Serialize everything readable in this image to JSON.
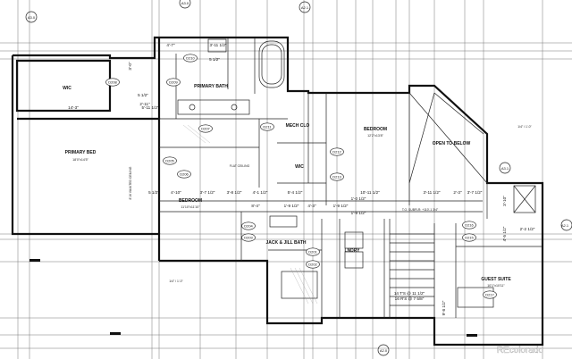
{
  "rooms": {
    "wic_left": "WIC",
    "primary_bath": "PRIMARY BATH",
    "primary_bed": "PRIMARY BED",
    "primary_bed_size": "18'0\"x14'5\"",
    "mech_clo": "MECH CLO",
    "bedroom_right": "BEDROOM",
    "bedroom_right_size": "12'2\"x13'8\"",
    "open_to_below": "OPEN TO BELOW",
    "wic_mid": "WIC",
    "bedroom_left": "BEDROOM",
    "bedroom_left_size": "11'10\"x11'10\"",
    "jack_jill": "JACK & JILL BATH",
    "lndry": "LNDRY",
    "guest_suite": "GUEST SUITE",
    "guest_suite_size": "10'1\"x10'11\""
  },
  "doors": [
    "D210",
    "D208",
    "D209",
    "D207",
    "D211",
    "D212",
    "D213",
    "D206",
    "D205",
    "D204",
    "D203",
    "D201",
    "D202",
    "D216",
    "D215",
    "D217"
  ],
  "dims": [
    "4'-7\"",
    "3'-11 1/2\"",
    "3'-0\"",
    "5 1/2\"",
    "14'-3\"",
    "5 1/2\"",
    "2'-11\"",
    "5'-11 1/2\"",
    "5 1/2\"",
    "4'-10\"",
    "3'-7 1/2\"",
    "3'-8 1/2\"",
    "4'-1 1/2\"",
    "5'-4 1/2\"",
    "10'-11 1/2\"",
    "3'-11 1/2\"",
    "2'-3\"",
    "3'-7 1/2\"",
    "8'-4\"",
    "1'-9 1/2\"",
    "4'-3\"",
    "1'-9 1/2\"",
    "1'-0 1/2\"",
    "1'-9 1/2\"",
    "14 T'S @ 11 1/2\"",
    "16 R'S @ 7 5/8\"",
    "3'-10\"",
    "2'-2 1/2\"",
    "4'-5 1/2\"",
    "9'-8 1/2\""
  ],
  "notes": {
    "tos": "T.O. SUBFLR: +110'-1 3/4\"",
    "flat_ceiling": "FLAT CEILING",
    "vaulted": "8'16 VAULTED CEILING"
  },
  "tags": {
    "a30_top": "A3.0",
    "a21": "A2.1",
    "a31": "A3.1",
    "a30_left": "A3.0",
    "a20": "A2.0",
    "a21_right": "A2.1",
    "scale": "1/4\" / 1'-0\""
  },
  "watermark": "REcolorado"
}
